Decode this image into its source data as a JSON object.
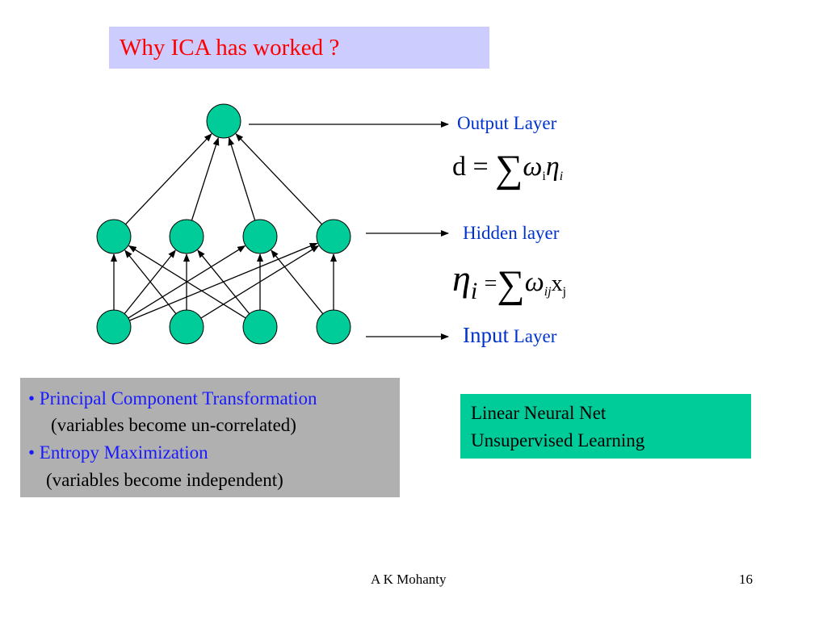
{
  "slide": {
    "title": "Why ICA has worked ?",
    "layers": {
      "output": "Output Layer",
      "hidden": "Hidden layer",
      "input_big": "Input",
      "input_rest": " Layer"
    },
    "equations": {
      "output": {
        "lhs": "d",
        "eq": "=",
        "sum": "∑",
        "w": "ω",
        "w_sub": "i",
        "eta": "η",
        "eta_sub": "i"
      },
      "hidden": {
        "eta": "η",
        "eta_sub": "i",
        "eq": "=",
        "sum": "∑",
        "w": "ω",
        "w_sub": "ij",
        "x": "x",
        "x_sub": "j"
      }
    },
    "bullets": [
      {
        "text": "• Principal Component Transformation",
        "sub": "(variables become un-correlated)"
      },
      {
        "text": "• Entropy Maximization",
        "sub": "(variables become independent)"
      }
    ],
    "green_box": [
      "Linear Neural Net",
      "Unsupervised Learning"
    ],
    "footer": {
      "author": "A K Mohanty",
      "page": "16"
    },
    "colors": {
      "title_bg": "#ccccff",
      "title_text": "#ff0000",
      "node": "#00cc99",
      "label": "#0033cc",
      "gray_box": "#b0b0b0",
      "green_box": "#00cc99"
    }
  }
}
